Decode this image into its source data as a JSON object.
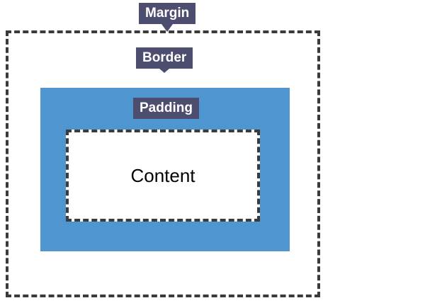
{
  "diagram": {
    "name": "css-box-model",
    "labels": {
      "margin": "Margin",
      "border": "Border",
      "padding": "Padding",
      "content": "Content"
    },
    "colors": {
      "badge_bg": "#4d4d70",
      "badge_text": "#ffffff",
      "padding_area": "#4f96d1",
      "dash": "#3b3b3b",
      "background": "#ffffff",
      "content_text": "#000000"
    }
  }
}
